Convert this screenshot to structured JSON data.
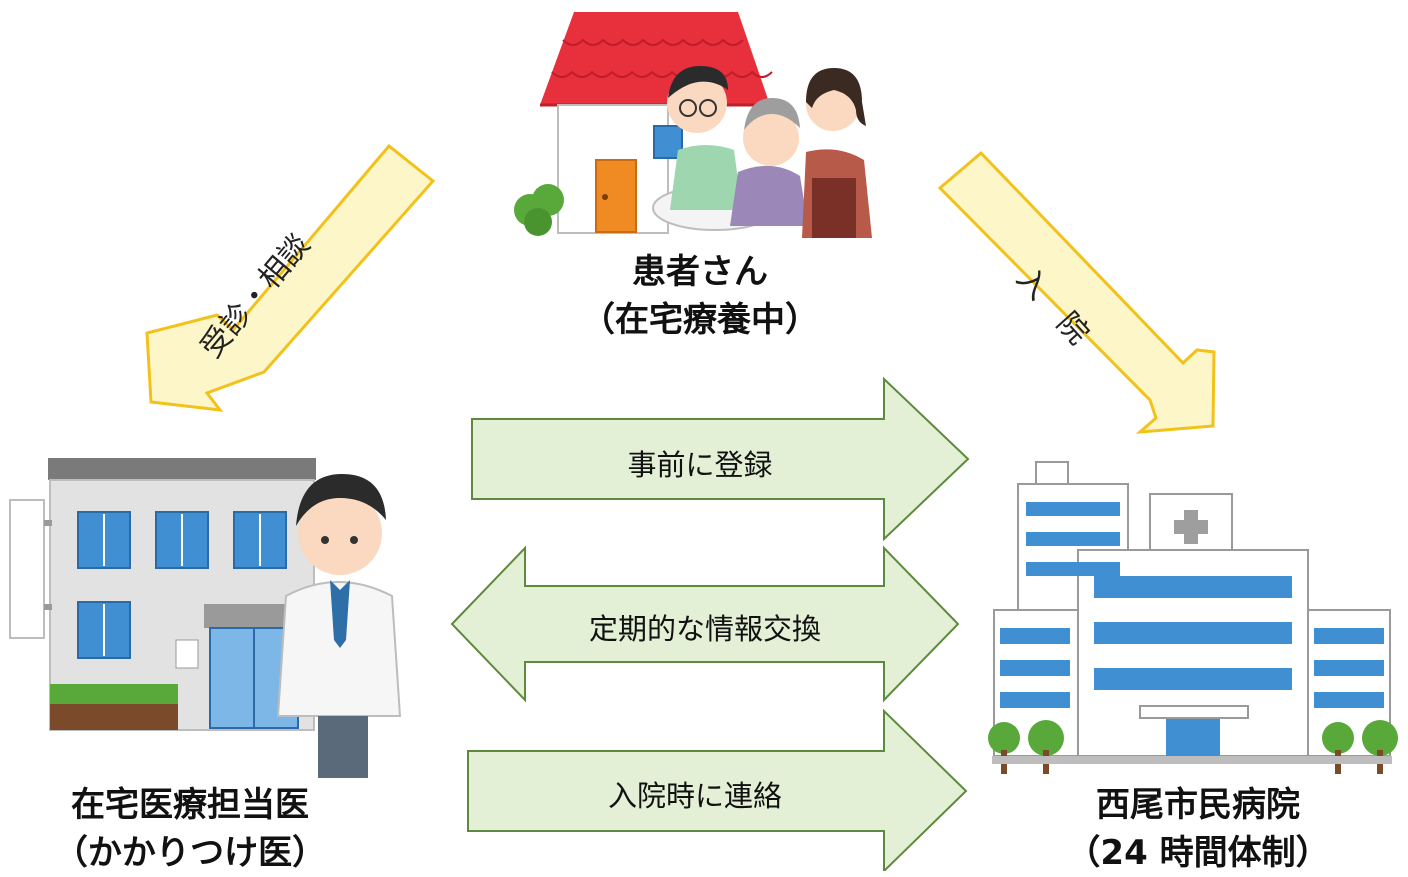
{
  "patient": {
    "title_line1": "患者さん",
    "title_line2": "（在宅療養中）"
  },
  "clinic": {
    "title_line1": "在宅医療担当医",
    "title_line2": "（かかりつけ医）"
  },
  "hospital": {
    "title_line1": "西尾市民病院",
    "title_line2": "（24 時間体制）"
  },
  "edges": {
    "consult": "受診・相談",
    "admit": "入　院",
    "register": "事前に登録",
    "exchange": "定期的な情報交換",
    "contact": "入院時に連絡"
  },
  "colors": {
    "yellow_arrow_fill": "#fdf6c9",
    "yellow_arrow_stroke": "#f2c21b",
    "green_arrow_fill": "#e4f0d6",
    "green_arrow_stroke": "#5d8a3c",
    "roof_red": "#e8303c",
    "hospital_blue": "#3f8fd2"
  }
}
